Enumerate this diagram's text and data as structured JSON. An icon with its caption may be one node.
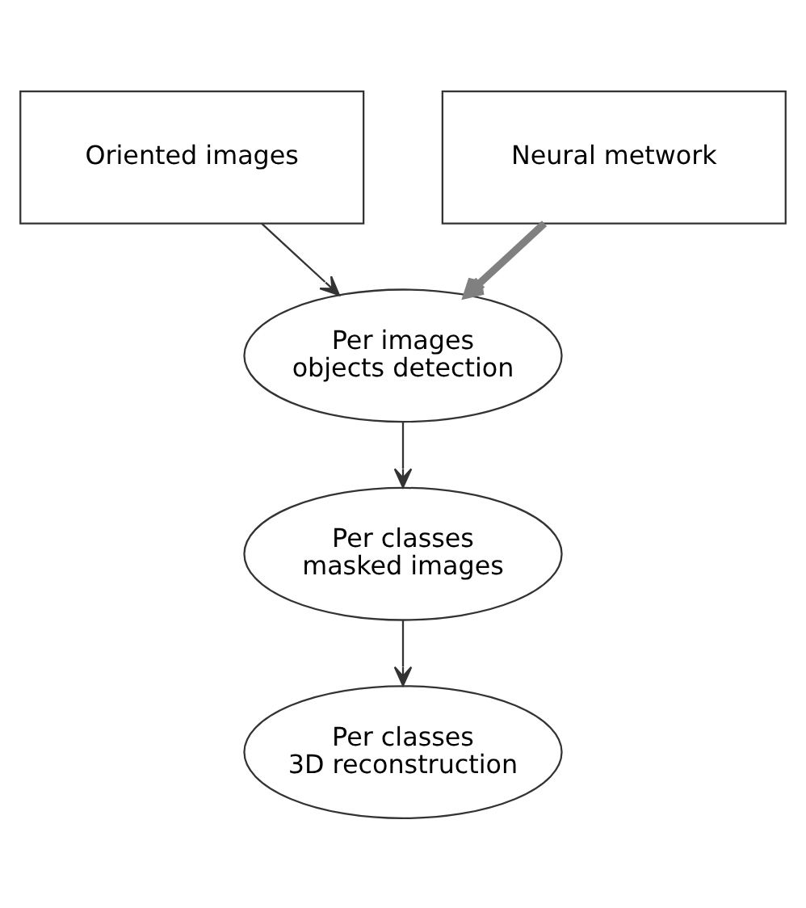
{
  "diagram": {
    "nodes": [
      {
        "text": [
          "Oriented images"
        ]
      },
      {
        "text": [
          "Neural metwork"
        ]
      },
      {
        "text": [
          "Per images objects detection"
        ]
      },
      {
        "text": [
          "Per classes masked images"
        ]
      },
      {
        "text": [
          "Per classes 3D reconstruction"
        ]
      }
    ],
    "edges": [
      {
        "from": 0,
        "to": 2,
        "arrow": "to"
      },
      {
        "from": 1,
        "to": 2,
        "arrow": "to",
        "style": "thick",
        "color": "#808080"
      },
      {
        "from": 2,
        "to": 3,
        "arrow": "to"
      },
      {
        "from": 3,
        "to": 4,
        "arrow": "to"
      }
    ]
  }
}
